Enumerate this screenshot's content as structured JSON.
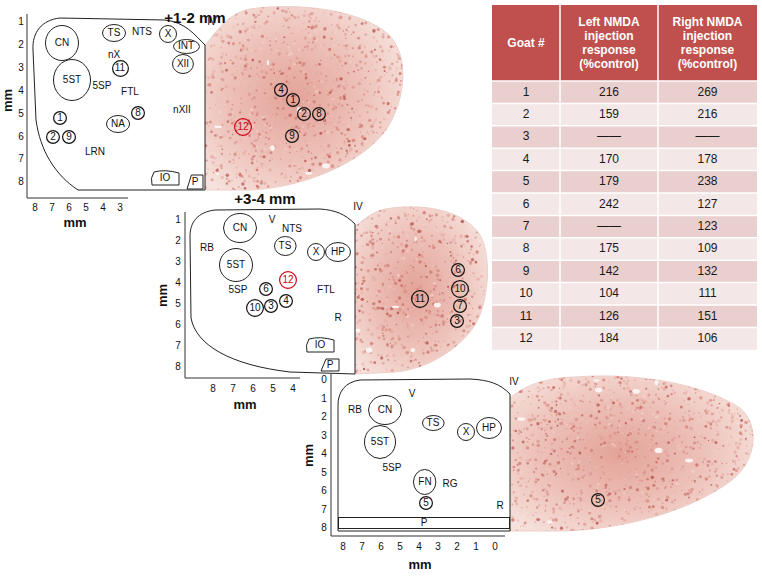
{
  "diagram": {
    "nodes": [
      {
        "text": [
          "CN"
        ]
      },
      {
        "text": [
          "TS"
        ]
      },
      {
        "text": [
          "X"
        ]
      },
      {
        "text": [
          "INT"
        ]
      },
      {
        "text": [
          "XII"
        ]
      },
      {
        "text": [
          "5ST"
        ]
      },
      {
        "text": [
          "11"
        ]
      },
      {
        "text": [
          "NA"
        ]
      },
      {
        "text": [
          "8"
        ]
      },
      {
        "text": [
          "1"
        ]
      },
      {
        "text": [
          "2"
        ]
      },
      {
        "text": [
          "9"
        ]
      },
      {
        "text": [
          "IO"
        ]
      },
      {
        "text": [
          "P"
        ]
      },
      {
        "text": [
          "4"
        ]
      },
      {
        "text": [
          "1"
        ]
      },
      {
        "text": [
          "2"
        ]
      },
      {
        "text": [
          "8"
        ]
      },
      {
        "text": [
          "12"
        ]
      },
      {
        "text": [
          "9"
        ]
      },
      {
        "text": [
          "CN"
        ]
      },
      {
        "text": [
          "TS"
        ]
      },
      {
        "text": [
          "X"
        ]
      },
      {
        "text": [
          "HP"
        ]
      },
      {
        "text": [
          "5ST"
        ]
      },
      {
        "text": [
          "12"
        ]
      },
      {
        "text": [
          "6"
        ]
      },
      {
        "text": [
          "4"
        ]
      },
      {
        "text": [
          "3"
        ]
      },
      {
        "text": [
          "10"
        ]
      },
      {
        "text": [
          "IO"
        ]
      },
      {
        "text": [
          "P"
        ]
      },
      {
        "text": [
          "6"
        ]
      },
      {
        "text": [
          "10"
        ]
      },
      {
        "text": [
          "11"
        ]
      },
      {
        "text": [
          "7"
        ]
      },
      {
        "text": [
          "3"
        ]
      },
      {
        "text": [
          "CN"
        ]
      },
      {
        "text": [
          "TS"
        ]
      },
      {
        "text": [
          "X"
        ]
      },
      {
        "text": [
          "HP"
        ]
      },
      {
        "text": [
          "5ST"
        ]
      },
      {
        "text": [
          "FN"
        ]
      },
      {
        "text": [
          "5"
        ]
      },
      {
        "text": [
          "P"
        ]
      },
      {
        "text": [
          "5"
        ]
      }
    ],
    "labels": [
      "+1-2 mm",
      "NTS",
      "IV",
      "nX",
      "5SP",
      "FTL",
      "nXII",
      "LRN",
      "1",
      "2",
      "3",
      "4",
      "5",
      "6",
      "7",
      "8",
      "mm",
      "8",
      "7",
      "6",
      "5",
      "4",
      "3",
      "mm",
      "+3-4 mm",
      "V",
      "IV",
      "RB",
      "NTS",
      "5SP",
      "FTL",
      "R",
      "1",
      "2",
      "3",
      "4",
      "5",
      "6",
      "7",
      "8",
      "mm",
      "8",
      "7",
      "6",
      "5",
      "4",
      "mm",
      "V",
      "IV",
      "RB",
      "5SP",
      "RG",
      "R",
      "0",
      "1",
      "2",
      "3",
      "4",
      "5",
      "6",
      "7",
      "8",
      "mm",
      "8",
      "7",
      "6",
      "5",
      "4",
      "3",
      "2",
      "1",
      "0",
      "mm",
      "Goat #",
      "Left NMDA injection response (%control)",
      "Right NMDA injection response (%control)",
      "1",
      "216",
      "269",
      "2",
      "159",
      "216",
      "3",
      "——",
      "——",
      "4",
      "170",
      "178",
      "5",
      "179",
      "238",
      "6",
      "242",
      "127",
      "7",
      "——",
      "123",
      "8",
      "175",
      "109",
      "9",
      "142",
      "132",
      "10",
      "104",
      "111",
      "11",
      "126",
      "151",
      "12",
      "184",
      "106"
    ]
  }
}
